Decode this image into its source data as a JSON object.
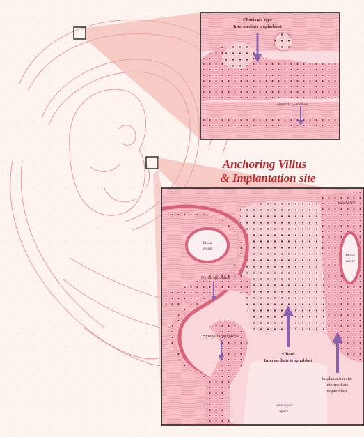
{
  "title": {
    "line1": "Anchoring Villus",
    "line2": "& Implantation site"
  },
  "top_panel": {
    "label_chorionic_line1": "Chorionic-type",
    "label_chorionic_line2": "Intermediate trophoblast",
    "label_amniotic": "Amniotic epithelium"
  },
  "bottom_panel": {
    "label_blood_vessel_left_line1": "Blood",
    "label_blood_vessel_left_line2": "vessel",
    "label_blood_vessel_right_line1": "Blood",
    "label_blood_vessel_right_line2": "vessel",
    "label_basal_plate": "Basal plate",
    "label_cytotrophoblast": "Cytotrophoblast",
    "label_syncytiotrophoblast": "Syncytiotrophoblast",
    "label_villous_line1": "Villous",
    "label_villous_line2": "Intermediate trophoblast",
    "label_implantation_line1": "Implantation site",
    "label_implantation_line2": "Intermediate",
    "label_implantation_line3": "trophoblast",
    "label_intervillous_line1": "Intervillous",
    "label_intervillous_line2": "space"
  },
  "colors": {
    "background": "#fdf3ef",
    "tissue": "#f2a3b0",
    "tissue_dark": "#d9637c",
    "outline": "#e7918f",
    "arrow": "#8a63b0",
    "title": "#b8282c"
  }
}
